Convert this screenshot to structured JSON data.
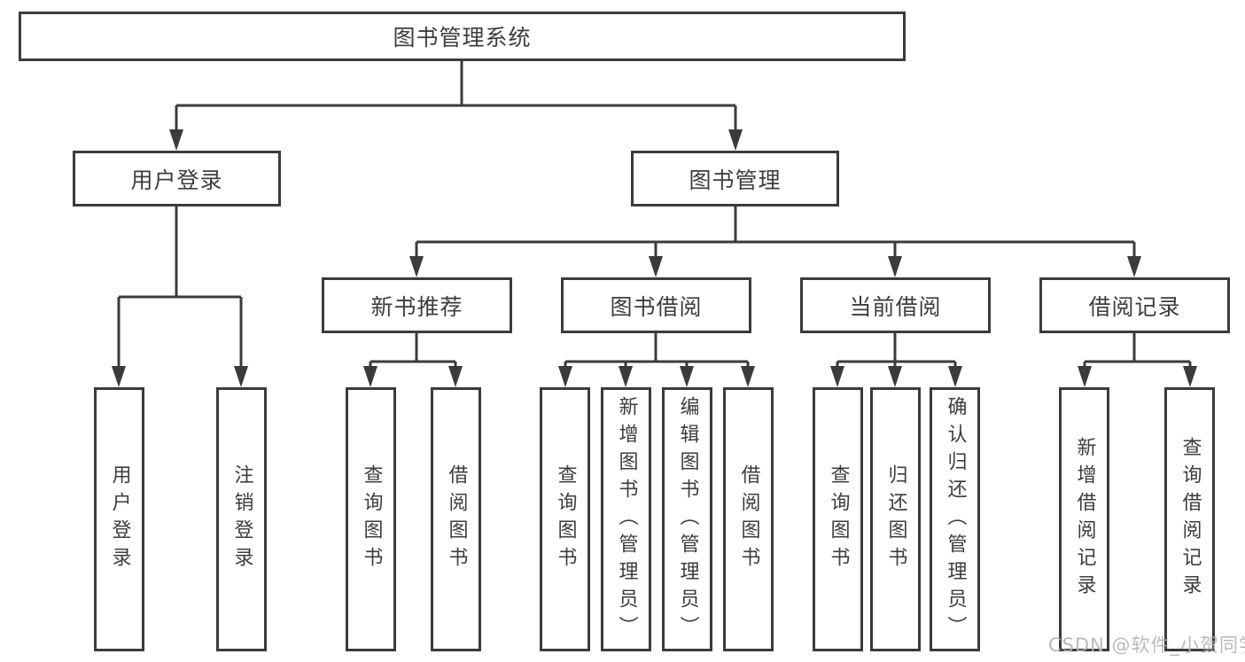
{
  "diagram": {
    "root": {
      "label": "图书管理系统"
    },
    "branches": {
      "user_login": {
        "label": "用户登录",
        "children": [
          "用户登录",
          "注销登录"
        ]
      },
      "book_management": {
        "label": "图书管理",
        "sections": [
          {
            "label": "新书推荐",
            "children": [
              "查询图书",
              "借阅图书"
            ]
          },
          {
            "label": "图书借阅",
            "children": [
              "查询图书",
              "新增图书（管理员）",
              "编辑图书（管理员）",
              "借阅图书"
            ]
          },
          {
            "label": "当前借阅",
            "children": [
              "查询图书",
              "归还图书",
              "确认归还（管理员）"
            ]
          },
          {
            "label": "借阅记录",
            "children": [
              "新增借阅记录",
              "查询借阅记录"
            ]
          }
        ]
      }
    }
  },
  "watermark": "CSDN @软件_小贺同学",
  "colors": {
    "line": "#3b3b3b",
    "text": "#3d3d3d",
    "watermark": "#b2b2b2",
    "background": "#ffffff"
  }
}
